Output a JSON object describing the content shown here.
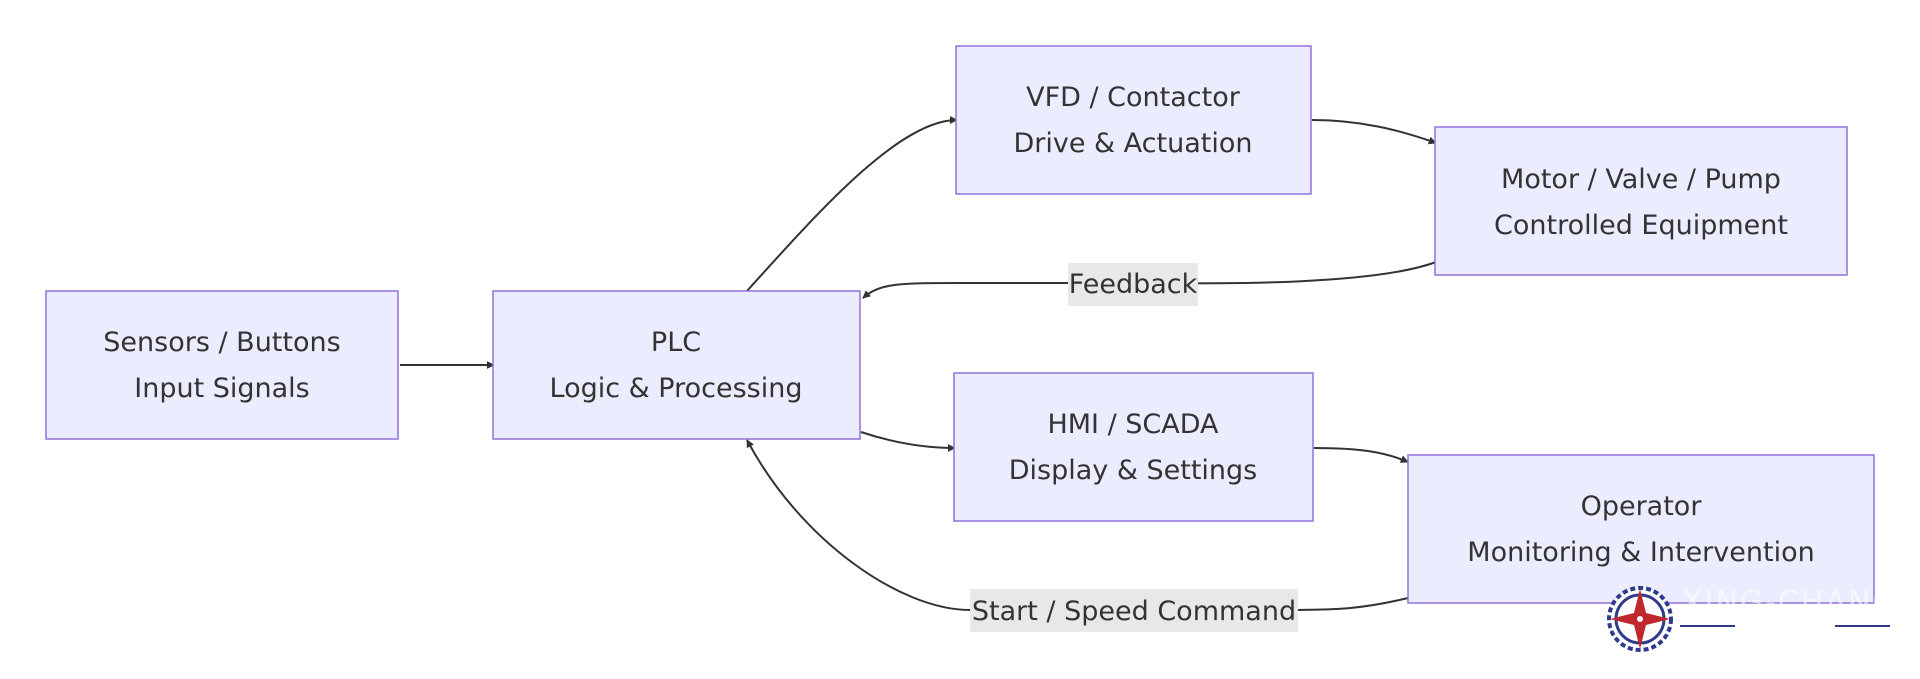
{
  "nodes": {
    "sensors": {
      "line1": "Sensors / Buttons",
      "line2": "Input Signals"
    },
    "plc": {
      "line1": "PLC",
      "line2": "Logic & Processing"
    },
    "vfd": {
      "line1": "VFD / Contactor",
      "line2": "Drive & Actuation"
    },
    "motor": {
      "line1": "Motor / Valve / Pump",
      "line2": "Controlled Equipment"
    },
    "hmi": {
      "line1": "HMI / SCADA",
      "line2": "Display & Settings"
    },
    "operator": {
      "line1": "Operator",
      "line2": "Monitoring & Intervention"
    }
  },
  "edges": {
    "feedback_label": "Feedback",
    "command_label": "Start / Speed Command"
  },
  "watermark": {
    "text": "XING-CHANG",
    "icon": "compass-star-gear-icon"
  },
  "colors": {
    "node_fill": "#ECECFF",
    "node_stroke": "#9370DB",
    "edge": "#333333",
    "label_bg": "#e8e8e8",
    "logo_red": "#C0282D",
    "logo_navy": "#2E3A8C"
  }
}
